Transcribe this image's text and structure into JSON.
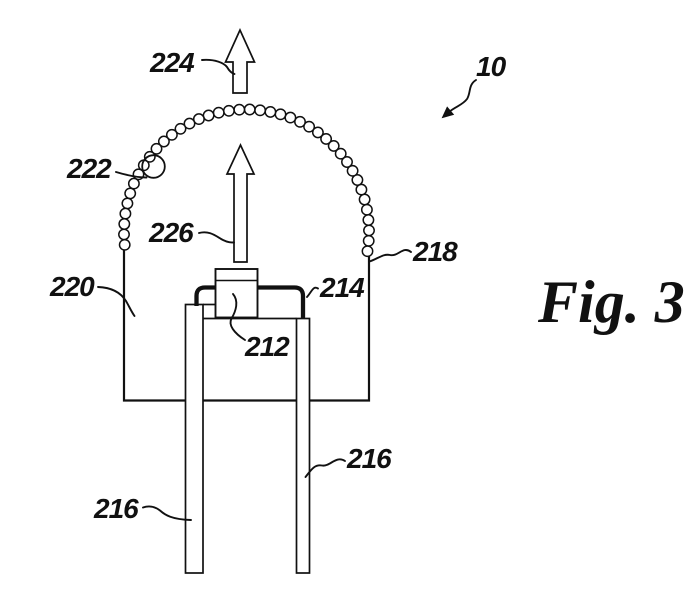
{
  "page": {
    "background": "#ffffff",
    "ink": "#111111"
  },
  "figure_caption": "Fig. 3",
  "labels": {
    "n224": "224",
    "n10": "10",
    "n222": "222",
    "n226": "226",
    "n218": "218",
    "n220": "220",
    "n214": "214",
    "n212": "212",
    "n216_right": "216",
    "n216_left": "216"
  }
}
